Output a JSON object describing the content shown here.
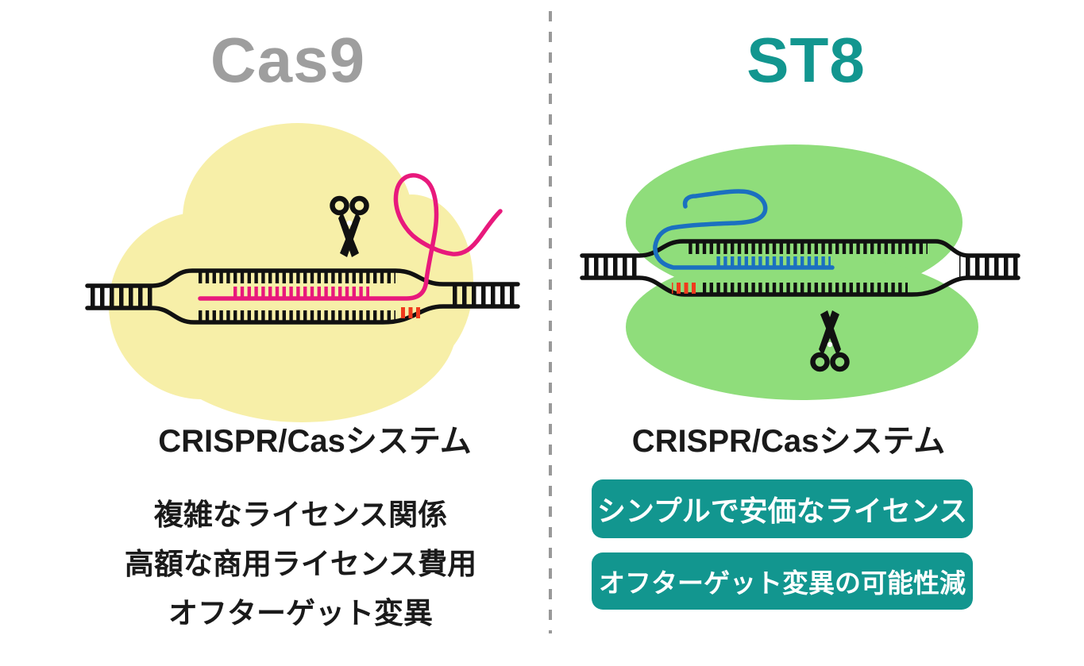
{
  "comparison": {
    "divider_color": "#999999",
    "left": {
      "title": "Cas9",
      "title_color": "#9e9e9e",
      "system_label": "CRISPR/Casシステム",
      "drawbacks": [
        "複雑なライセンス関係",
        "高額な商用ライセンス費用",
        "オフターゲット変異"
      ],
      "colors": {
        "blob": "#f7efa8",
        "grna": "#e8197c",
        "pam": "#f03a1c",
        "dna": "#111111"
      },
      "icon": "scissors-icon"
    },
    "right": {
      "title": "ST8",
      "title_color": "#12968f",
      "system_label": "CRISPR/Casシステム",
      "benefits": [
        "シンプルで安価なライセンス",
        "オフターゲット変異の可能性減"
      ],
      "badge_bg": "#12968f",
      "badge_text_color": "#ffffff",
      "colors": {
        "blob": "#8fdd7b",
        "grna": "#1b70c0",
        "pam": "#f03a1c",
        "dna": "#111111"
      },
      "icon": "scissors-icon"
    }
  }
}
